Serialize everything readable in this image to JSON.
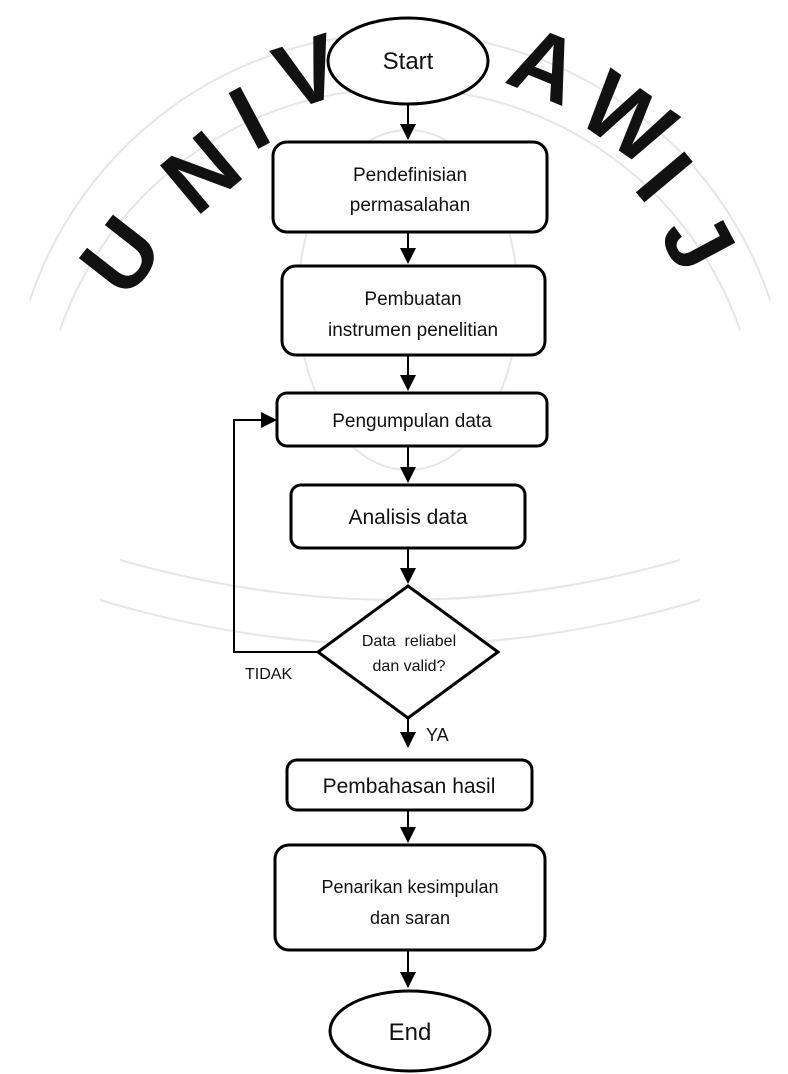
{
  "watermark": "UNIVERSITAS BRAWIJAYA",
  "nodes": {
    "start": "Start",
    "definisi": [
      "Pendefinisian",
      "permasalahan"
    ],
    "instrumen": [
      "Pembuatan",
      "instrumen penelitian"
    ],
    "pengumpulan": "Pengumpulan data",
    "analisis": "Analisis data",
    "decision": [
      "Data  reliabel",
      "dan valid?"
    ],
    "pembahasan": "Pembahasan hasil",
    "penarikan": [
      "Penarikan kesimpulan",
      "dan saran"
    ],
    "end": "End"
  },
  "edges": {
    "yes_label": "YA",
    "no_label": "TIDAK"
  }
}
